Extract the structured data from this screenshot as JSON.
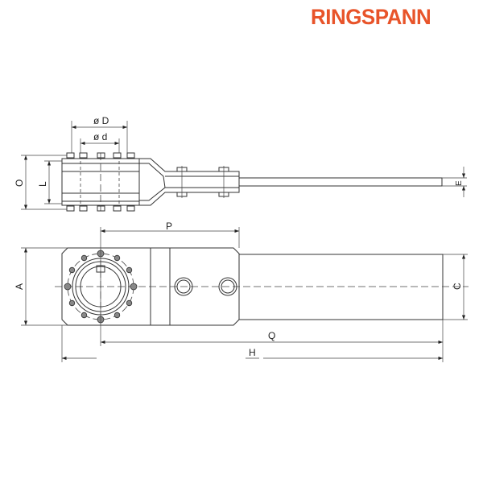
{
  "logo": {
    "text": "RINGSPANN",
    "color": "#e8542a"
  },
  "dimensions": {
    "outer_diameter": "ø D",
    "inner_diameter": "ø d",
    "O": "O",
    "L": "L",
    "E": "E",
    "P": "P",
    "A": "A",
    "C": "C",
    "Q": "Q",
    "H": "H"
  }
}
